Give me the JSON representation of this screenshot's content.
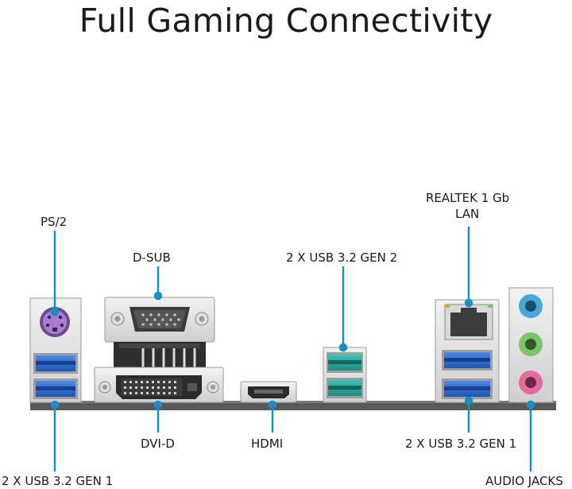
{
  "title": "Full Gaming Connectivity",
  "labels": {
    "ps2": "PS/2",
    "dsub": "D-SUB",
    "usb_top": "2 X USB 3.2 GEN 2",
    "lan_line1": "REALTEK 1 Gb",
    "lan_line2": "LAN",
    "usb_left": "2 X USB 3.2 GEN 1",
    "dvid": "DVI-D",
    "hdmi": "HDMI",
    "usb_right": "2 X USB 3.2 GEN 1",
    "audio": "AUDIO JACKS"
  },
  "colors": {
    "callout": "#1b8fc4",
    "usb_gen1": "#2f6fd8",
    "usb_gen2": "#2aa59a",
    "ps2": "#8b5bb3",
    "audio_blue": "#4aa7d8",
    "audio_green": "#7cc36a",
    "audio_pink": "#e66aa0"
  }
}
